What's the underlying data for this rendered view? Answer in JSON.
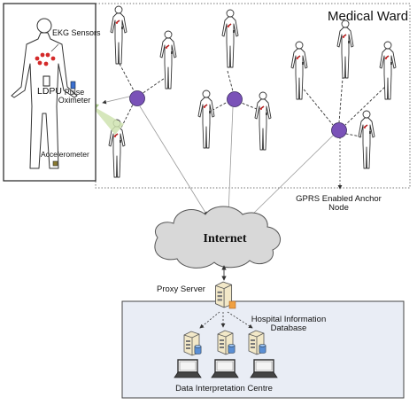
{
  "labels": {
    "medical_ward": "Medical Ward",
    "ekg_sensors": "EKG Sensors",
    "ldpu": "LDPU",
    "pulse_oximeter_line1": "Pulse",
    "pulse_oximeter_line2": "Oximeter",
    "accelerometer": "Accelerometer",
    "internet": "Internet",
    "gprs_line1": "GPRS Enabled Anchor",
    "gprs_line2": "Node",
    "proxy_server": "Proxy Server",
    "hospital_info_line1": "Hospital Information",
    "hospital_info_line2": "Database",
    "data_interpretation_centre": "Data Interpretation Centre"
  },
  "colors": {
    "anchor_node": "#7a52b8",
    "ekg_sensor": "#d42a2a",
    "cloud_fill": "#d8d8d8",
    "datacenter_fill": "#e9edf5",
    "zoom_fill": "#cfe3b0"
  },
  "icons": {
    "patient": "human-figure-icon",
    "anchor": "wireless-node-icon",
    "cloud": "cloud-icon",
    "server": "server-icon",
    "database": "database-icon",
    "laptop": "laptop-icon"
  }
}
